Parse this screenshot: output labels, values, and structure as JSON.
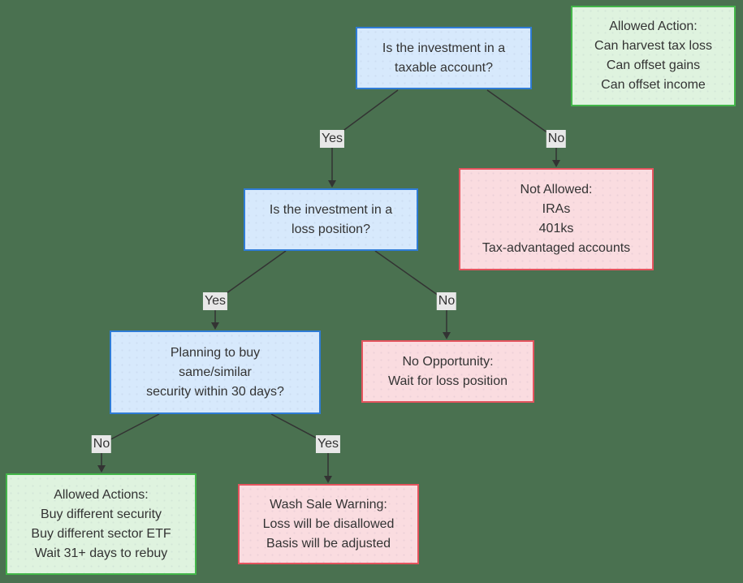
{
  "colors": {
    "background": "#4A7150",
    "question_fill": "#D7E9FC",
    "question_border": "#2F7CD6",
    "allowed_fill": "#DFF3DF",
    "allowed_border": "#42B649",
    "denied_fill": "#FADCE0",
    "denied_border": "#E4545E",
    "edge": "#333333",
    "label_bg": "#E8E8E8",
    "text": "#333333"
  },
  "nodes": {
    "taxable_question": {
      "lines": [
        "Is the investment in a",
        "taxable account?"
      ]
    },
    "allowed_action": {
      "lines": [
        "Allowed Action:",
        "Can harvest tax loss",
        "Can offset gains",
        "Can offset income"
      ]
    },
    "loss_question": {
      "lines": [
        "Is the investment in a",
        "loss position?"
      ]
    },
    "not_allowed": {
      "lines": [
        "Not Allowed:",
        "IRAs",
        "401ks",
        "Tax-advantaged accounts"
      ]
    },
    "buy_question": {
      "lines": [
        "Planning to buy",
        "same/similar",
        "security within 30 days?"
      ]
    },
    "no_opportunity": {
      "lines": [
        "No Opportunity:",
        "Wait for loss position"
      ]
    },
    "allowed_actions": {
      "lines": [
        "Allowed Actions:",
        "Buy different security",
        "Buy different sector ETF",
        "Wait 31+ days to rebuy"
      ]
    },
    "wash_sale": {
      "lines": [
        "Wash Sale Warning:",
        "Loss will be disallowed",
        "Basis will be adjusted"
      ]
    }
  },
  "edge_labels": {
    "taxable_yes": "Yes",
    "taxable_no": "No",
    "loss_yes": "Yes",
    "loss_no": "No",
    "buy_no": "No",
    "buy_yes": "Yes"
  }
}
